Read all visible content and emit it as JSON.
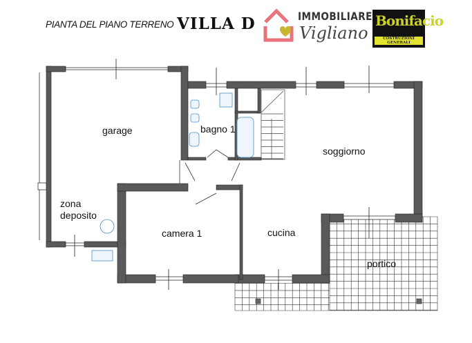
{
  "header": {
    "title": "PIANTA DEL PIANO TERRENO",
    "villa": "VILLA D"
  },
  "logos": {
    "immobiliare": {
      "line1": "IMMOBILIARE",
      "line2": "Vigliano",
      "color": "#e8737a",
      "heart_color": "#c9b530"
    },
    "bonifacio": {
      "name": "Bonifacio",
      "tagline": "COSTRUZIONI GENERALI"
    }
  },
  "rooms": {
    "garage": "garage",
    "zona_deposito": "zona\ndeposito",
    "bagno": "bagno 1",
    "soggiorno": "soggiorno",
    "camera": "camera 1",
    "cucina": "cucina",
    "portico": "portico"
  },
  "colors": {
    "wall": "#58585a",
    "fixture": "#4a8fc9"
  }
}
